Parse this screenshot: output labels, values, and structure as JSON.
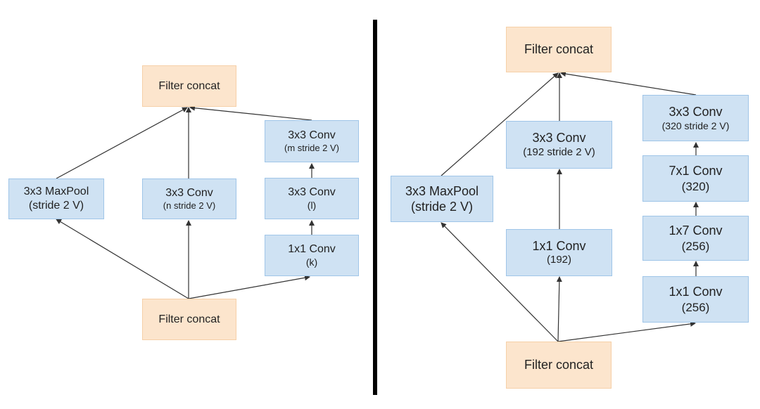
{
  "left": {
    "concat_top": "Filter concat",
    "maxpool": {
      "line1": "3x3 MaxPool",
      "line2": "(stride 2 V)"
    },
    "conv_mid": {
      "line1": "3x3 Conv",
      "line2": "(n stride 2 V)"
    },
    "conv_top": {
      "line1": "3x3 Conv",
      "line2": "(m stride 2 V)"
    },
    "conv_mid_right": {
      "line1": "3x3 Conv",
      "line2": "(l)"
    },
    "conv_bottom_right": {
      "line1": "1x1 Conv",
      "line2": "(k)"
    },
    "concat_bottom": "Filter concat"
  },
  "right": {
    "concat_top": "Filter concat",
    "maxpool": {
      "line1": "3x3 MaxPool",
      "line2": "(stride 2 V)"
    },
    "conv_3x3_192": {
      "line1": "3x3 Conv",
      "line2": "(192 stride 2 V)"
    },
    "conv_1x1_192": {
      "line1": "1x1 Conv",
      "line2": "(192)"
    },
    "conv_3x3_320": {
      "line1": "3x3 Conv",
      "line2": "(320 stride 2 V)"
    },
    "conv_7x1": {
      "line1": "7x1 Conv",
      "line2": "(320)"
    },
    "conv_1x7": {
      "line1": "1x7 Conv",
      "line2": "(256)"
    },
    "conv_1x1_256": {
      "line1": "1x1 Conv",
      "line2": "(256)"
    },
    "concat_bottom": "Filter concat"
  }
}
